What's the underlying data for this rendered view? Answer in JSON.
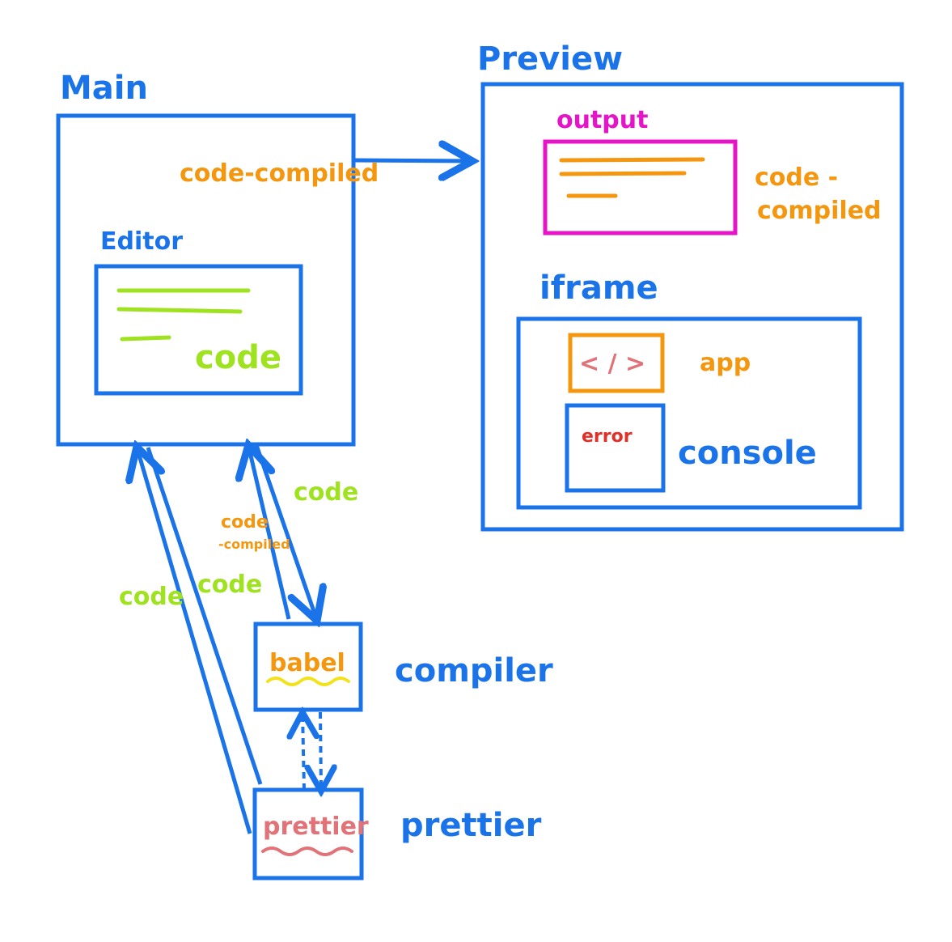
{
  "colors": {
    "blue": "#1a73e8",
    "orange": "#f5960f",
    "green": "#9fe21f",
    "magenta": "#e514c7",
    "red": "#e0302a",
    "rose": "#e07278",
    "yellow": "#f3e21a"
  },
  "labels": {
    "main": "Main",
    "preview": "Preview",
    "editor": "Editor",
    "code_compiled_main": "code-compiled",
    "code_editor": "code",
    "output": "output",
    "code_compiled_preview_line1": "code -",
    "code_compiled_preview_line2": "compiled",
    "iframe": "iframe",
    "app": "app",
    "app_tag": "< / >",
    "error": "error",
    "console": "console",
    "code_arrow_babel_up": "code",
    "code_compiled_arrow_line1": "code",
    "code_compiled_arrow_line2": "-compiled",
    "code_arrow_prettier_left": "code",
    "code_arrow_prettier_right": "code",
    "babel": "babel",
    "compiler": "compiler",
    "prettier_box": "prettier",
    "prettier": "prettier"
  }
}
